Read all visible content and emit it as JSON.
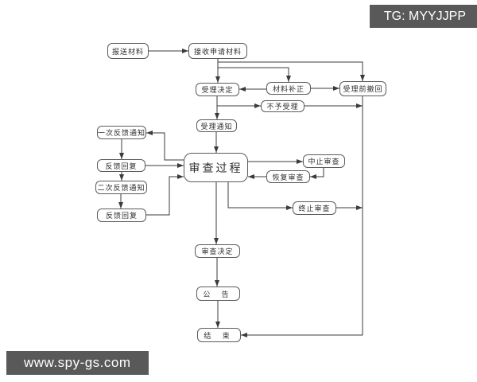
{
  "overlays": {
    "tg_badge": "TG: MYYJJPP",
    "watermark": "www.spy-gs.com"
  },
  "colors": {
    "badge_bg": "#595959",
    "line": "#3b3b3b",
    "box_border": "#5c5c5c",
    "background": "#ffffff"
  },
  "diagram": {
    "nodes": {
      "submit_materials": {
        "label": "报送材料"
      },
      "receive_materials": {
        "label": "接收申请材料"
      },
      "acceptance_decision": {
        "label": "受理决定"
      },
      "material_correction": {
        "label": "材料补正"
      },
      "withdraw_before": {
        "label": "受理前撤回"
      },
      "rejection": {
        "label": "不予受理"
      },
      "acceptance_notice": {
        "label": "受理通知"
      },
      "review_process": {
        "label": "审查过程"
      },
      "first_feedback_notice": {
        "label": "一次反馈通知"
      },
      "feedback_reply_1": {
        "label": "反馈回复"
      },
      "second_feedback_notice": {
        "label": "二次反馈通知"
      },
      "feedback_reply_2": {
        "label": "反馈回复"
      },
      "suspend_review": {
        "label": "中止审查"
      },
      "resume_review": {
        "label": "恢复审查"
      },
      "terminate_review": {
        "label": "终止审查"
      },
      "review_decision": {
        "label": "审查决定"
      },
      "announcement": {
        "label": "公 告"
      },
      "end": {
        "label": "结 束"
      }
    },
    "edges": [
      {
        "from": "submit_materials",
        "to": "receive_materials"
      },
      {
        "from": "receive_materials",
        "to": "acceptance_decision"
      },
      {
        "from": "receive_materials",
        "to": "material_correction"
      },
      {
        "from": "receive_materials",
        "to": "withdraw_before"
      },
      {
        "from": "material_correction",
        "to": "acceptance_decision"
      },
      {
        "from": "material_correction",
        "to": "withdraw_before"
      },
      {
        "from": "acceptance_decision",
        "to": "rejection"
      },
      {
        "from": "acceptance_decision",
        "to": "acceptance_notice"
      },
      {
        "from": "rejection",
        "to": "end"
      },
      {
        "from": "withdraw_before",
        "to": "end"
      },
      {
        "from": "acceptance_notice",
        "to": "review_process"
      },
      {
        "from": "review_process",
        "to": "first_feedback_notice"
      },
      {
        "from": "first_feedback_notice",
        "to": "feedback_reply_1"
      },
      {
        "from": "feedback_reply_1",
        "to": "review_process"
      },
      {
        "from": "feedback_reply_1",
        "to": "second_feedback_notice"
      },
      {
        "from": "second_feedback_notice",
        "to": "feedback_reply_2"
      },
      {
        "from": "feedback_reply_2",
        "to": "review_process"
      },
      {
        "from": "review_process",
        "to": "suspend_review"
      },
      {
        "from": "suspend_review",
        "to": "resume_review"
      },
      {
        "from": "resume_review",
        "to": "review_process"
      },
      {
        "from": "review_process",
        "to": "terminate_review"
      },
      {
        "from": "terminate_review",
        "to": "end"
      },
      {
        "from": "review_process",
        "to": "review_decision"
      },
      {
        "from": "review_decision",
        "to": "announcement"
      },
      {
        "from": "announcement",
        "to": "end"
      }
    ]
  }
}
